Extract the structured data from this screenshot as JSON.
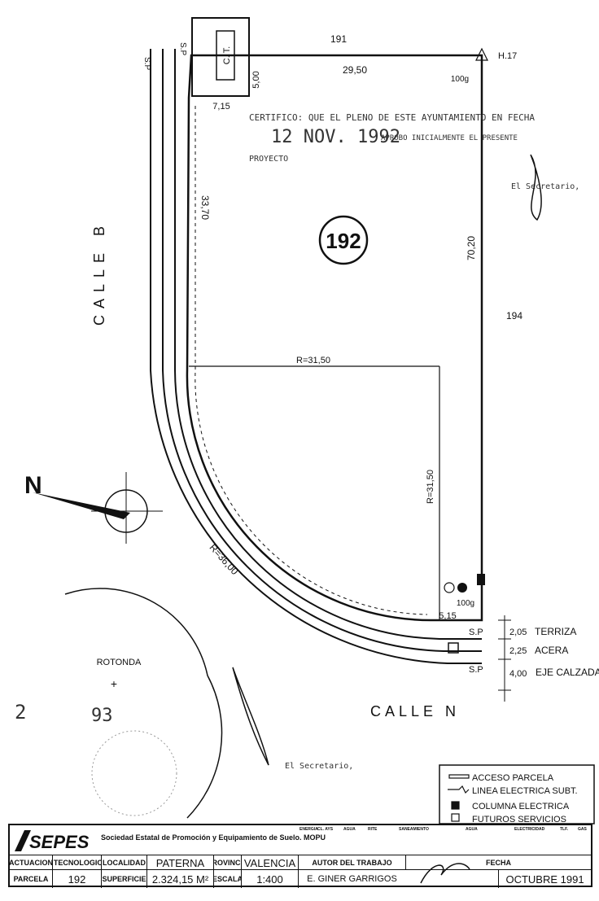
{
  "plan": {
    "parcel_number": "192",
    "neighbor_north": "191",
    "neighbor_east": "194",
    "north_symbol": "N",
    "ct_label": "C. T.",
    "sp_labels": [
      "S.P",
      "S.P",
      "S.P",
      "S.P"
    ],
    "dims": {
      "top": "29,50",
      "east": "70,20",
      "west": "33,70",
      "ct_height": "5,00",
      "ct_width": "7,15",
      "bottom": "5,15",
      "radius_inner_h": "R=31,50",
      "radius_inner_v": "R=31,50",
      "radius_outer": "R=36,00",
      "angle_top": "100g",
      "angle_bottom": "100g",
      "landmark": "H.17"
    },
    "streets": {
      "west": "CALLE B",
      "south": "CALLE N",
      "roundabout": "ROTONDA"
    },
    "section": [
      {
        "width": "2,05",
        "label": "TERRIZA"
      },
      {
        "width": "2,25",
        "label": "ACERA"
      },
      {
        "width": "4,00",
        "label": "EJE CALZADA"
      }
    ],
    "certificate": {
      "line1": "CERTIFICO: QUE EL PLENO DE ESTE AYUNTAMIENTO EN FECHA",
      "date": "12 NOV. 1992",
      "line2": "APROBO INICIALMENTE EL PRESENTE",
      "line3": "PROYECTO",
      "secretary": "El Secretario,"
    },
    "stamp2": {
      "date": "2",
      "year": "93",
      "secretary": "El Secretario,"
    }
  },
  "legend": [
    {
      "icon": "access-icon",
      "label": "ACCESO PARCELA"
    },
    {
      "icon": "underground-line-icon",
      "label": "LINEA ELECTRICA SUBT."
    },
    {
      "icon": "electric-column-icon",
      "label": "COLUMNA ELECTRICA"
    },
    {
      "icon": "future-services-icon",
      "label": "FUTUROS SERVICIOS"
    }
  ],
  "title_block": {
    "organization": "Sociedad Estatal de Promoción y Equipamiento de Suelo. MOPU",
    "logo_text": "SEPES",
    "headers": {
      "actuacion": "ACTUACION",
      "tecnologico": "P. TECNOLOGICO",
      "localidad": "LOCALIDAD",
      "provincia": "PROVINCIA",
      "parcela": "PARCELA",
      "superficie": "SUPERFICIE",
      "escala": "ESCALA",
      "autor": "AUTOR DEL TRABAJO",
      "fecha": "FECHA"
    },
    "values": {
      "localidad": "PATERNA",
      "provincia": "VALENCIA",
      "parcela": "192",
      "superficie": "2.324,15 M²",
      "escala": "1:400",
      "autor": "E. GINER GARRIGOS",
      "fecha": "OCTUBRE 1991"
    },
    "services": [
      "ENERGIA",
      "CL. AYS",
      "AGUA",
      "RITE",
      "SANEAMIENTO",
      "AGUA",
      "ELECTRICIDAD",
      "TLF.",
      "GAS"
    ]
  }
}
